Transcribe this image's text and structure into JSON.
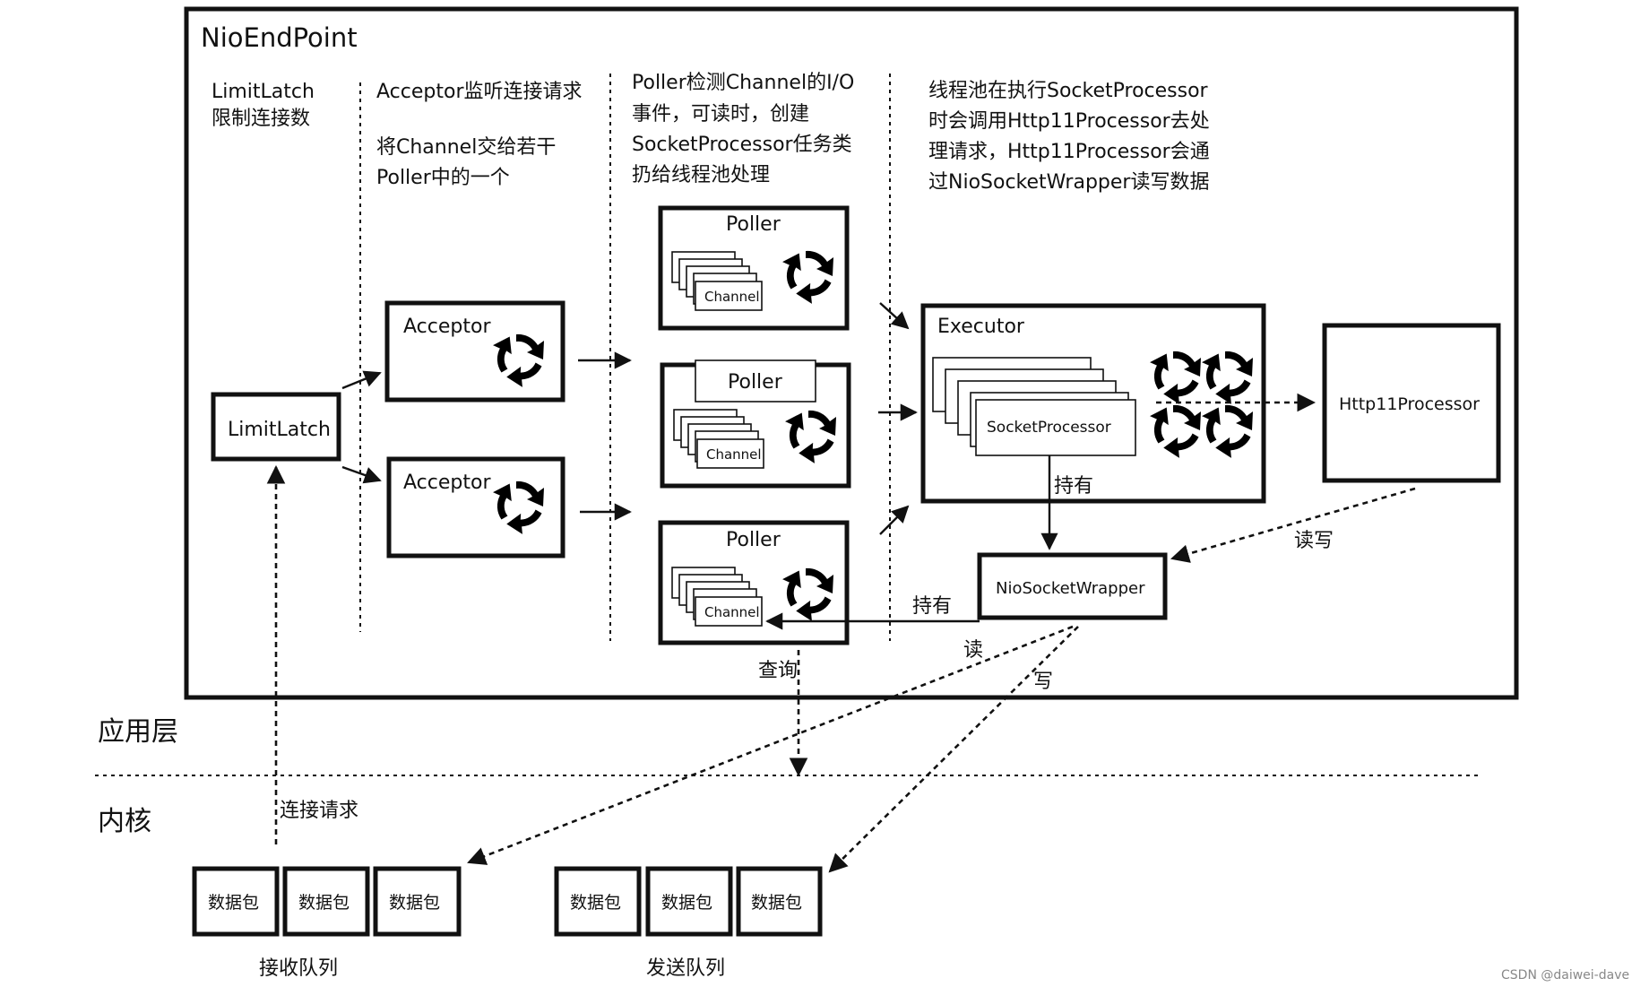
{
  "title": "NioEndPoint",
  "columns": {
    "limitlatch_desc": [
      "LimitLatch",
      "限制连接数"
    ],
    "acceptor_desc": [
      "Acceptor监听连接请求",
      "",
      "将Channel交给若干",
      "Poller中的一个"
    ],
    "poller_desc": [
      "Poller检测Channel的I/O",
      "事件，可读时，创建",
      "SocketProcessor任务类",
      "扔给线程池处理"
    ],
    "executor_desc": [
      "线程池在执行SocketProcessor",
      "时会调用Http11Processor去处",
      "理请求，Http11Processor会通",
      "过NioSocketWrapper读写数据"
    ]
  },
  "boxes": {
    "limitlatch": "LimitLatch",
    "acceptor1": "Acceptor",
    "acceptor2": "Acceptor",
    "poller1": "Poller",
    "poller2": "Poller",
    "poller3": "Poller",
    "channel": "Channel",
    "executor": "Executor",
    "socketprocessor": "SocketProcessor",
    "http11processor": "Http11Processor",
    "niosocketwrapper": "NioSocketWrapper"
  },
  "edge_labels": {
    "hold1": "持有",
    "hold2": "持有",
    "readwrite": "读写",
    "read": "读",
    "write": "写",
    "query": "查询",
    "connect_request": "连接请求"
  },
  "layers": {
    "app": "应用层",
    "kernel": "内核"
  },
  "packets": {
    "label": "数据包",
    "receive_queue": "接收队列",
    "send_queue": "发送队列"
  },
  "watermark": "CSDN @daiwei-dave",
  "colors": {
    "rotate_icon": "#2f9ae8",
    "ink": "#111111"
  }
}
